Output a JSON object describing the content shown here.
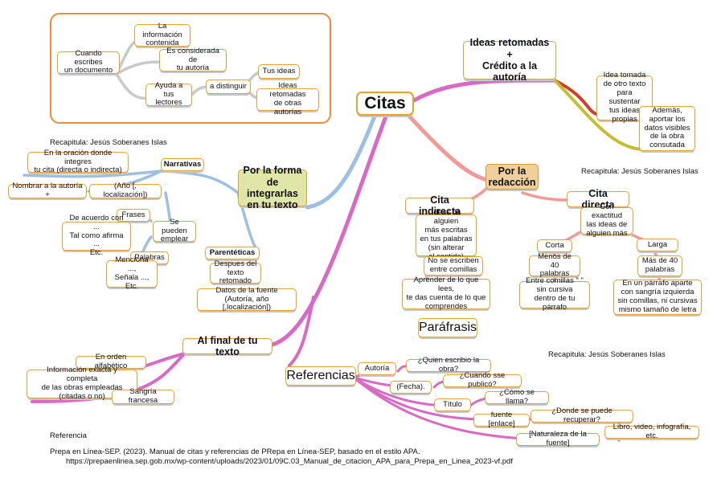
{
  "central": "Citas",
  "nodes": {
    "ideas_credito": "Ideas retomadas\n+\nCrédito a la autoría",
    "idea_tomada": "Idea tomada\nde otro texto\npara sustentar\ntus ideas\npropias",
    "ademas": "Además,\naportar los\ndatos visibles\nde la obra\nconsutada",
    "por_redaccion": "Por la\nredacción",
    "cita_indirecta": "Cita indirecta",
    "ideas_alguien": "Ideas de alguien\nmás escritas\nen tus palabras\n(sin alterar\nel sentido)",
    "no_comillas": "No se escriben\nentre comillas",
    "aprender": "Aprender de lo que lees,\nte das cuenta de lo que\ncomprendes",
    "parafrasis": "Paráfrasis",
    "cita_directa": "Cita directa",
    "con_exactitud": "Con exactitud\nlas ideas de\nalguien más",
    "corta": "Corta",
    "menos_40": "Menos de 40\npalabras",
    "entre_comillas": "Entre comillas \" \"\nsin cursiva\ndentro de tu párrafo",
    "larga": "Larga",
    "mas_40": "Más de 40\npalabras",
    "parrafo_aparte": "En un párrafo aparte\ncon sangría izquierda\nsin comillas, ni cursivas\nmismo tamaño de letra",
    "por_forma": "Por la forma\nde integrarlas\nen tu texto",
    "narrativas": "Narrativas",
    "en_oracion": "En la oración donde integres\ntu cita (directa o indirecta)",
    "nombrar": "Nombrar a la autoría +",
    "anio_loc": "(Año [, localización])",
    "frases": "Frases",
    "de_acuerdo": "De acuerdo con ...\nTal como afirma ...\nEtc.",
    "se_pueden": "Se pueden\nemplear",
    "palabras": "Palabras",
    "menciona": "Menciona ...,\nSeñala ...,\nEtc.",
    "parenteticas": "Parentéticas",
    "despues": "Despues del texto\nretomado",
    "datos_fuente": "Datos de la fuente\n(Autoría, año [,localización])",
    "al_final": "Al final de tu texto",
    "orden_alfa": "En orden alfabético",
    "info_exacta": "Información exacta y completa\nde las obras empleadas\n(citadas o no)",
    "sangria": "Sangría francesa",
    "referencias": "Referencias",
    "autoria": "Autoría",
    "quien": "¿Quien escribio la obra?",
    "fecha": "(Fecha).",
    "cuando": "¿Cuando sse publicó?",
    "titulo": "Título",
    "como": "¿Cómo se llama?",
    "fuente": "fuente [enlace]",
    "donde": "¿Donde se puede recuperar?",
    "naturaleza": "[Naturaleza de la fuente]",
    "libro": "Libro, video, infografía, etc.",
    "la_info": "La información\ncontenida",
    "cuando_escribes": "Cuando escribes\nun documento",
    "es_considerada": "Es considerada de\ntu autoría",
    "ayuda": "Ayuda a\ntus lectores",
    "a_distinguir": "a distinguir",
    "tus_ideas": "Tus ideas",
    "ideas_retomadas_otras": "Ideas retomadas\nde otras autorías"
  },
  "labels": {
    "recap1": "Recapitula: Jesús Soberanes Islas",
    "recap2": "Recapitula: Jesús Soberanes Islas",
    "recap3": "Recapitula: Jesús Soberanes Islas",
    "referencia": "Referencia",
    "ref_line1": "Prepa en Línea-SEP. (2023). Manual de citas y referencias de PRepa en Línea-SEP, basado en el estilo APA.",
    "ref_line2": "https://prepaenlinea.sep.gob.mx/wp-content/uploads/2023/01/09C.03_Manual_de_citacion_APA_para_Prepa_en_Linea_2023-vf.pdf"
  },
  "colors": {
    "node_border": "#e3a22a",
    "frame": "#ef8a3a",
    "branch_pink": "#d86ac6",
    "branch_blue": "#9fbfe2",
    "branch_salmon": "#f19a98",
    "branch_red": "#d33b2a",
    "branch_olive": "#c7bd32",
    "branch_gray": "#c9c9c9"
  }
}
